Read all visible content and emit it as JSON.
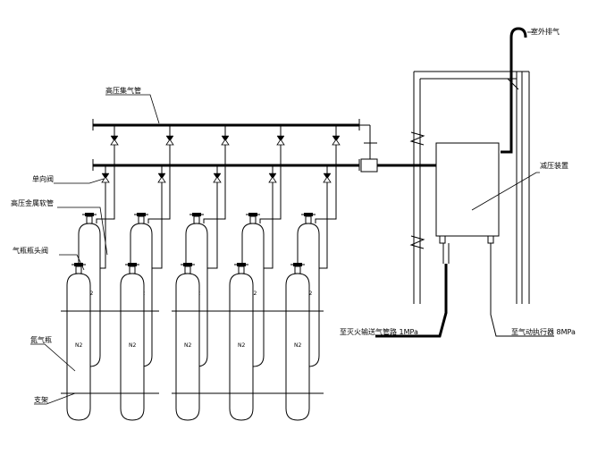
{
  "labels": {
    "high_pressure_manifold": "高压集气管",
    "check_valve": "单向阀",
    "high_pressure_hose": "高压金属软管",
    "cylinder_valve": "气瓶瓶头阀",
    "cylinder": "氮气瓶",
    "fixing_frame": "支架",
    "vent": "室外排气",
    "pressure_regulator_box": "减压装置",
    "outlet_low": "至灭火输送气管路 1MPa",
    "outlet_high": "至气动执行器 8MPa"
  },
  "cylinder_gas_label": "N2"
}
